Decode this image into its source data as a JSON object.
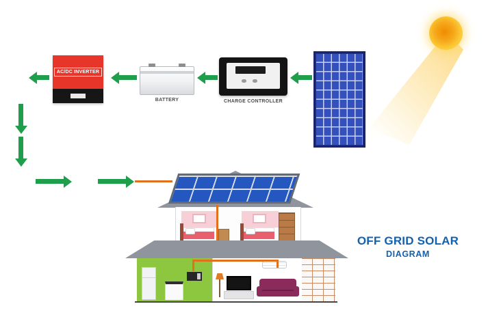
{
  "title": {
    "line1": "OFF GRID SOLAR",
    "line2": "DIAGRAM"
  },
  "labels": {
    "inverter": "AC/DC INVERTER",
    "battery": "BATTERY",
    "charge_controller": "CHARGE CONTROLLER"
  },
  "flow": {
    "connections": [
      {
        "from": "sun",
        "to": "solar-panel"
      },
      {
        "from": "solar-panel",
        "to": "charge-controller"
      },
      {
        "from": "charge-controller",
        "to": "battery"
      },
      {
        "from": "battery",
        "to": "inverter"
      },
      {
        "from": "inverter",
        "to": "house"
      }
    ],
    "house_rooms": [
      "bedroom-left",
      "bedroom-right",
      "kitchen",
      "living-room",
      "brick-wall"
    ],
    "house_roof": "solar-panel-array"
  },
  "colors": {
    "arrow_green": "#1f9e4b",
    "inverter_red": "#e8352a",
    "panel_blue": "#3350bd",
    "roof_panel_blue": "#2458c0",
    "title_blue": "#1261ae",
    "wire_orange": "#e2711d",
    "kitchen_green": "#8dc63f",
    "sofa_purple": "#8b2b5c",
    "sun_yellow": "#fbc733",
    "roof_gray": "#8f949d"
  }
}
